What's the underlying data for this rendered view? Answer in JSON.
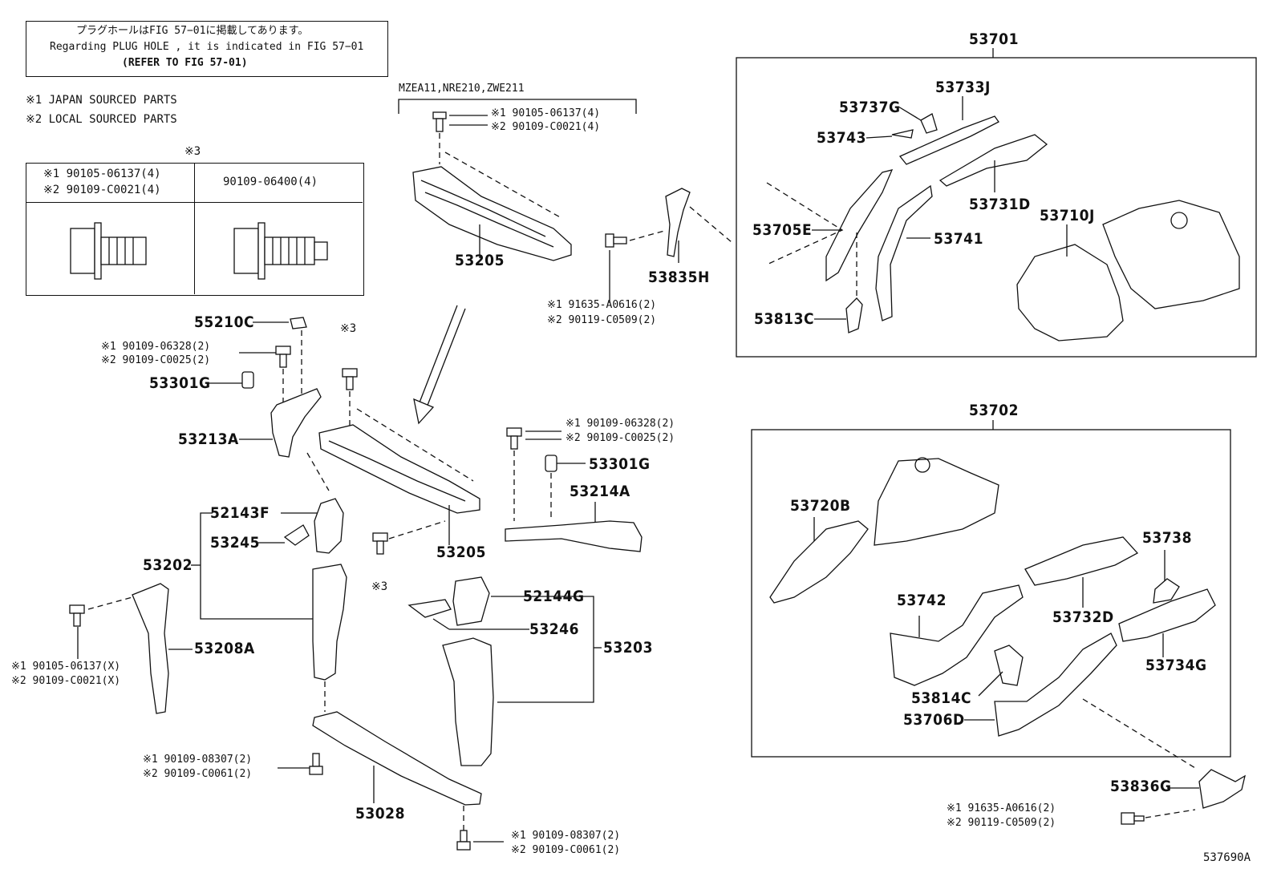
{
  "note": {
    "line1": "プラグホールはFIG 57−01に掲載してあります。",
    "line2": "Regarding PLUG HOLE , it is indicated in FIG 57−01",
    "line3": "(REFER TO FIG 57-01)"
  },
  "legend": {
    "mark1": "※1 JAPAN SOURCED PARTS",
    "mark2": "※2 LOCAL SOURCED PARTS"
  },
  "bolt_table": {
    "ref": "※3",
    "col1_line1": "※1 90105-06137(4)",
    "col1_line2": "※2 90109-C0021(4)",
    "col2": "90109-06400(4)"
  },
  "models": "MZEA11,NRE210,ZWE211",
  "labels": {
    "top_bolt_1": "※1 90105-06137(4)",
    "top_bolt_2": "※2 90109-C0021(4)",
    "p53205_top": "53205",
    "p53835H": "53835H",
    "mid_bolt_1": "※1 91635-A0616(2)",
    "mid_bolt_2": "※2 90119-C0509(2)",
    "p55210C": "55210C",
    "lb_1": "※1 90109-06328(2)",
    "lb_2": "※2 90109-C0025(2)",
    "p53301G_l": "53301G",
    "mark3_a": "※3",
    "p53213A": "53213A",
    "p52143F": "52143F",
    "p53245": "53245",
    "p53202": "53202",
    "p53205_mid": "53205",
    "mark3_b": "※3",
    "p53208A": "53208A",
    "lb2_1": "※1 90105-06137(X)",
    "lb2_2": "※2 90109-C0021(X)",
    "rb_1": "※1 90109-06328(2)",
    "rb_2": "※2 90109-C0025(2)",
    "p53301G_r": "53301G",
    "p53214A": "53214A",
    "p52144G": "52144G",
    "p53246": "53246",
    "p53203": "53203",
    "bb_1": "※1 90109-08307(2)",
    "bb_2": "※2 90109-C0061(2)",
    "p53028": "53028",
    "bb2_1": "※1 90109-08307(2)",
    "bb2_2": "※2 90109-C0061(2)",
    "asm1": "53701",
    "p53733J": "53733J",
    "p53737G": "53737G",
    "p53743": "53743",
    "p53731D": "53731D",
    "p53710J": "53710J",
    "p53705E": "53705E",
    "p53741": "53741",
    "p53813C": "53813C",
    "asm2": "53702",
    "p53720B": "53720B",
    "p53738": "53738",
    "p53742": "53742",
    "p53732D": "53732D",
    "p53734G": "53734G",
    "p53814C": "53814C",
    "p53706D": "53706D",
    "p53836G": "53836G",
    "rbb_1": "※1 91635-A0616(2)",
    "rbb_2": "※2 90119-C0509(2)",
    "fig_id": "537690A"
  }
}
